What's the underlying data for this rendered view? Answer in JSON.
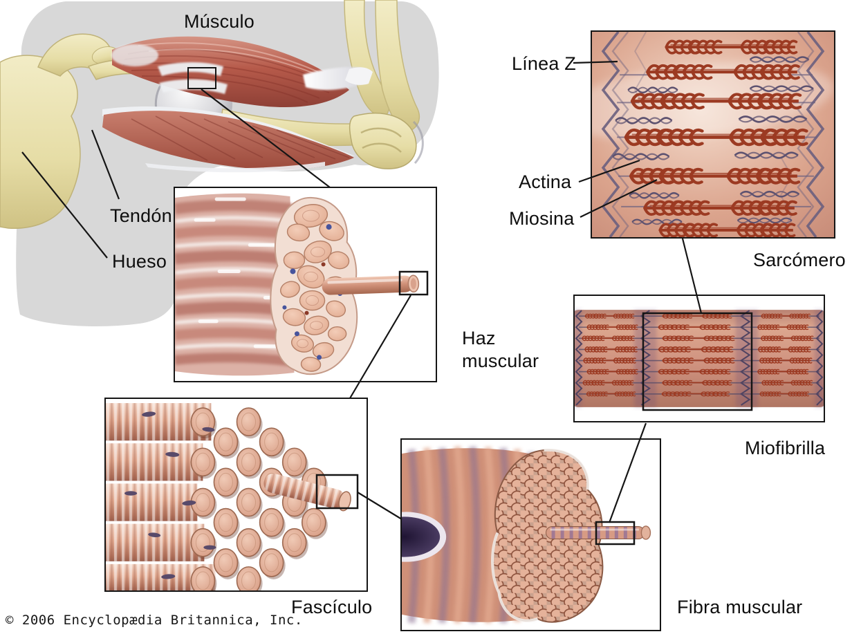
{
  "figure": {
    "arm": {
      "label_musculo": "Músculo",
      "label_tendon": "Tendón",
      "label_hueso": "Hueso"
    },
    "panels": {
      "haz": {
        "label_line1": "Haz",
        "label_line2": "muscular"
      },
      "fasciculo": {
        "label": "Fascículo"
      },
      "fibra": {
        "label": "Fibra muscular"
      },
      "miofibrilla": {
        "label": "Miofibrilla"
      },
      "sarcomero": {
        "label": "Sarcómero",
        "label_linea_z": "Línea Z",
        "label_actina": "Actina",
        "label_miosina": "Miosina"
      }
    },
    "copyright": "© 2006 Encyclopædia Britannica, Inc.",
    "colors": {
      "muscle_red": "#b65a4a",
      "bone_yellow": "#e9e2b0",
      "tendon_white": "#f2f2f4",
      "silhouette_gray": "#d8d8d8",
      "fascicle_salmon": "#eec0a9",
      "myosin_red": "#9c3a22",
      "z_line_purple": "#5d5270",
      "outline_black": "#151515"
    }
  }
}
